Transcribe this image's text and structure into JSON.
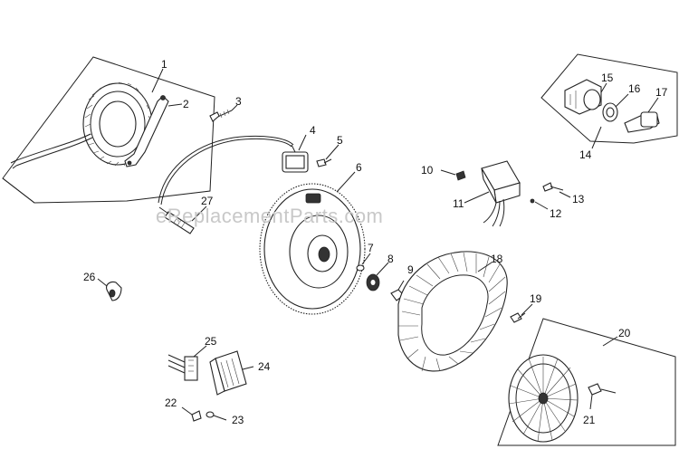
{
  "diagram": {
    "watermark": "eReplacementParts.com",
    "callouts": [
      "1",
      "2",
      "3",
      "4",
      "5",
      "6",
      "7",
      "8",
      "9",
      "10",
      "11",
      "12",
      "13",
      "14",
      "15",
      "16",
      "17",
      "18",
      "19",
      "20",
      "21",
      "22",
      "23",
      "24",
      "25",
      "26",
      "27"
    ]
  }
}
